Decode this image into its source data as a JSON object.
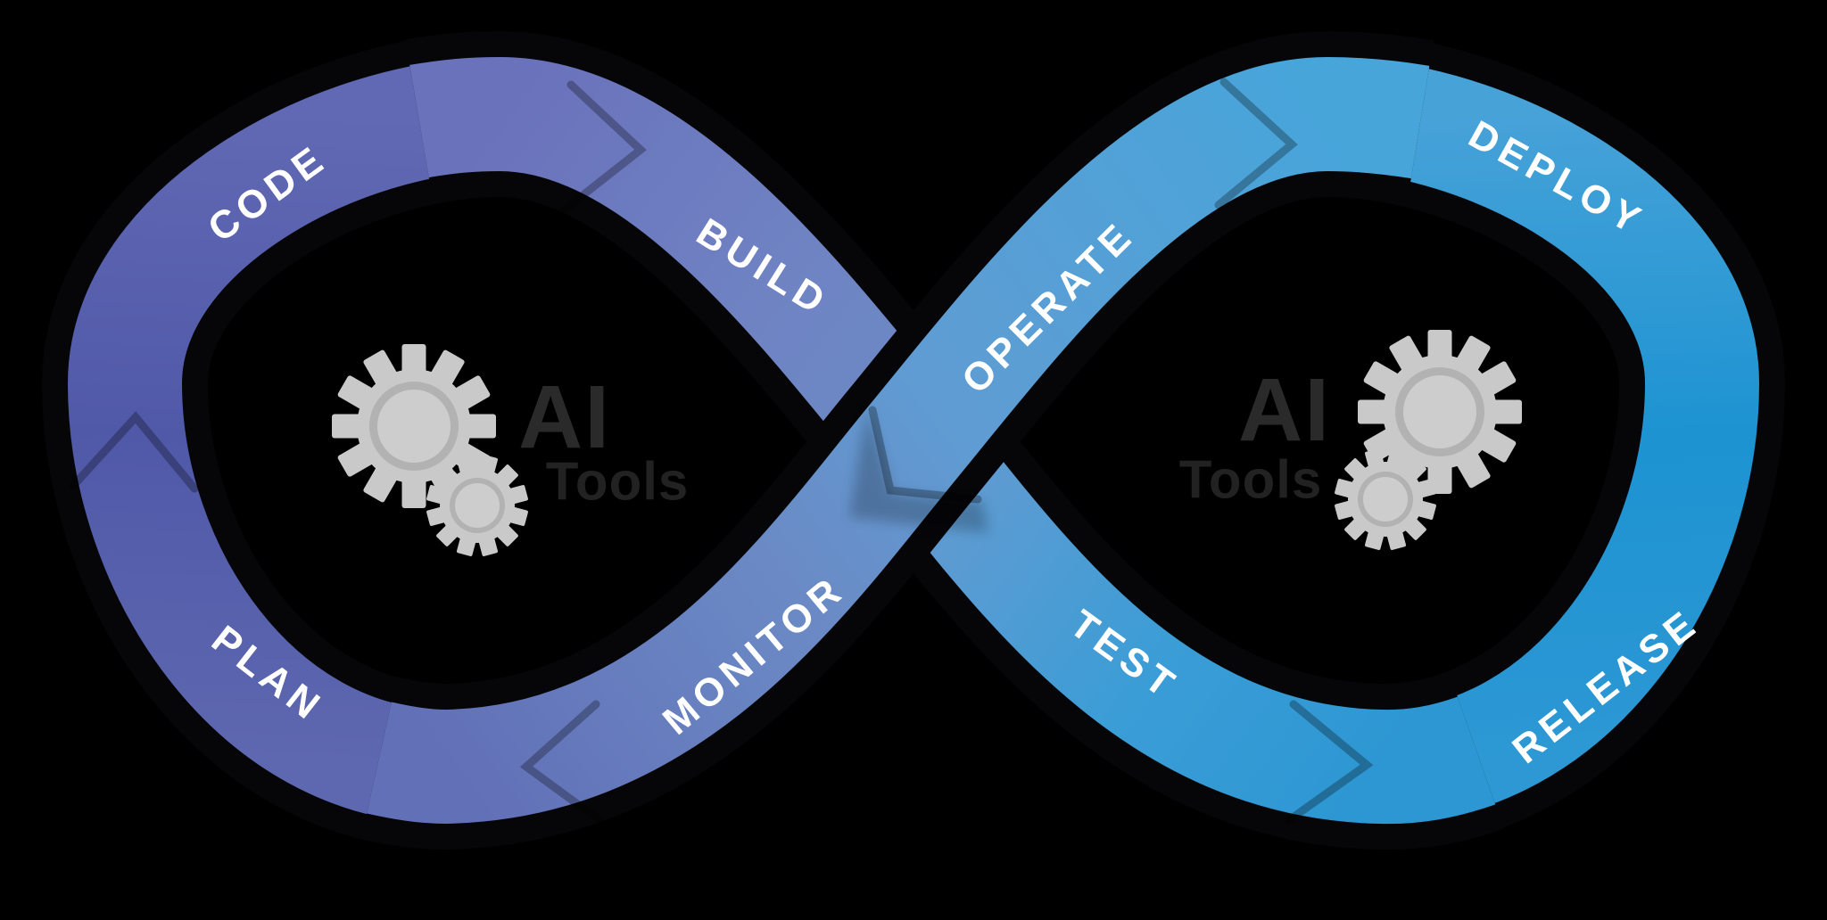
{
  "diagram": {
    "type": "devops-infinity-loop",
    "background_color": "#000000",
    "stages": [
      {
        "id": "plan",
        "label": "PLAN",
        "loop": "left"
      },
      {
        "id": "code",
        "label": "CODE",
        "loop": "left"
      },
      {
        "id": "build",
        "label": "BUILD",
        "loop": "left"
      },
      {
        "id": "test",
        "label": "TEST",
        "loop": "right"
      },
      {
        "id": "release",
        "label": "RELEASE",
        "loop": "right"
      },
      {
        "id": "deploy",
        "label": "DEPLOY",
        "loop": "right"
      },
      {
        "id": "operate",
        "label": "OPERATE",
        "loop": "right"
      },
      {
        "id": "monitor",
        "label": "MONITOR",
        "loop": "left"
      }
    ],
    "emblems": {
      "left": {
        "line1": "AI",
        "line2": "Tools"
      },
      "right": {
        "line1": "AI",
        "line2": "Tools"
      }
    },
    "colors": {
      "left_loop_top": "#6169b4",
      "left_loop_edge": "#5059a8",
      "left_loop_bottom": "#5e68b0",
      "crossing_purple": "#6b7dc0",
      "crossing_blue": "#5f93cb",
      "right_loop_top": "#47a2d8",
      "right_loop_edge": "#1b93d3",
      "right_loop_bottom": "#2d98d4",
      "label_text": "#ffffff",
      "emblem_text": "#2a2a2a",
      "gear": "#c9c9c9",
      "gear_rim": "#b2b2b2",
      "gear_disc": "#cdcdcd"
    }
  }
}
